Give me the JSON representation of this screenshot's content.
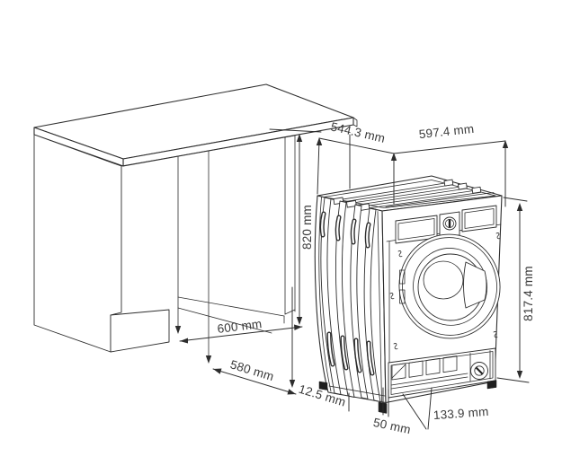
{
  "diagram": {
    "kind": "installation-dimensions-drawing",
    "subject": "built-in washing machine in kitchen cabinet niche",
    "view": "isometric line drawing",
    "parts": [
      "kitchen-worktop",
      "cabinet-end-panel",
      "cabinet-toe-kick",
      "cabinet-niche",
      "washing-machine",
      "porthole-door",
      "detergent-drawer",
      "door-lock-knob",
      "ventilation-ribs",
      "plinth-panel",
      "pump-filter-cap",
      "adjustable-feet"
    ]
  },
  "dims": {
    "niche_depth_top": {
      "label": "544.3 mm",
      "value": 544.3,
      "unit": "mm"
    },
    "machine_width": {
      "label": "597.4 mm",
      "value": 597.4,
      "unit": "mm"
    },
    "niche_height": {
      "label": "820 mm",
      "value": 820,
      "unit": "mm"
    },
    "machine_height": {
      "label": "817.4 mm",
      "value": 817.4,
      "unit": "mm"
    },
    "niche_width": {
      "label": "600 mm",
      "value": 600,
      "unit": "mm"
    },
    "niche_depth": {
      "label": "580 mm",
      "value": 580,
      "unit": "mm"
    },
    "side_clearance": {
      "label": "12.5 mm",
      "value": 12.5,
      "unit": "mm"
    },
    "plinth_recess": {
      "label": "50 mm",
      "value": 50,
      "unit": "mm"
    },
    "plinth_height": {
      "label": "133.9 mm",
      "value": 133.9,
      "unit": "mm"
    }
  },
  "colors": {
    "line": "#2d2d2d",
    "text": "#3a3a3a",
    "background": "#ffffff"
  }
}
